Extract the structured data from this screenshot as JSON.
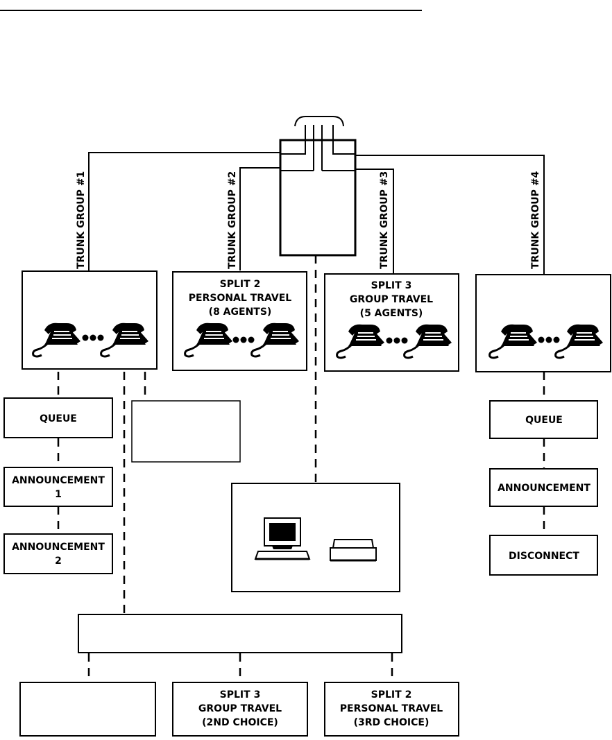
{
  "trunk_groups": {
    "tg1": "TRUNK GROUP #1",
    "tg2": "TRUNK GROUP #2",
    "tg3": "TRUNK GROUP #3",
    "tg4": "TRUNK GROUP #4"
  },
  "splits": {
    "split2": {
      "line1": "SPLIT 2",
      "line2": "PERSONAL TRAVEL",
      "line3": "(8 AGENTS)"
    },
    "split3": {
      "line1": "SPLIT 3",
      "line2": "GROUP TRAVEL",
      "line3": "(5 AGENTS)"
    }
  },
  "left_chain": {
    "queue": "QUEUE",
    "ann1_line1": "ANNOUNCEMENT",
    "ann1_line2": "1",
    "ann2_line1": "ANNOUNCEMENT",
    "ann2_line2": "2"
  },
  "right_chain": {
    "queue": "QUEUE",
    "announcement": "ANNOUNCEMENT",
    "disconnect": "DISCONNECT"
  },
  "bottom_boxes": {
    "split3_choice": {
      "line1": "SPLIT 3",
      "line2": "GROUP TRAVEL",
      "line3": "(2ND CHOICE)"
    },
    "split2_choice": {
      "line1": "SPLIT 2",
      "line2": "PERSONAL TRAVEL",
      "line3": "(3RD CHOICE)"
    }
  },
  "icons": [
    "telephone-icon",
    "ellipsis-dots-icon",
    "computer-terminal-icon",
    "printer-icon"
  ]
}
